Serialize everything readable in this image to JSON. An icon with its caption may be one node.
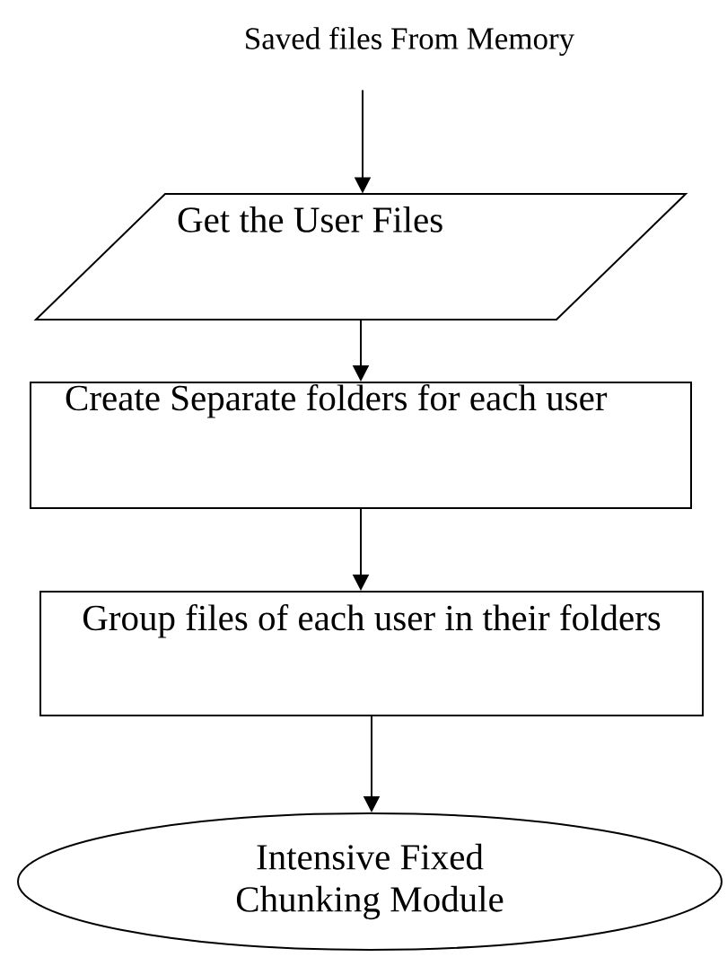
{
  "diagram": {
    "nodes": [
      {
        "text": [
          "Saved files From Memory"
        ]
      },
      {
        "text": [
          "Get the User Files"
        ]
      },
      {
        "text": [
          "Create Separate folders for each user"
        ]
      },
      {
        "text": [
          "Group files of each user in their folders"
        ]
      },
      {
        "text": [
          "Intensive Fixed Chunking Module"
        ]
      }
    ],
    "edges": [
      {
        "from": 0,
        "to": 1,
        "arrow": "to"
      },
      {
        "from": 1,
        "to": 2,
        "arrow": "to"
      },
      {
        "from": 2,
        "to": 3,
        "arrow": "to"
      },
      {
        "from": 3,
        "to": 4,
        "arrow": "to"
      }
    ]
  }
}
